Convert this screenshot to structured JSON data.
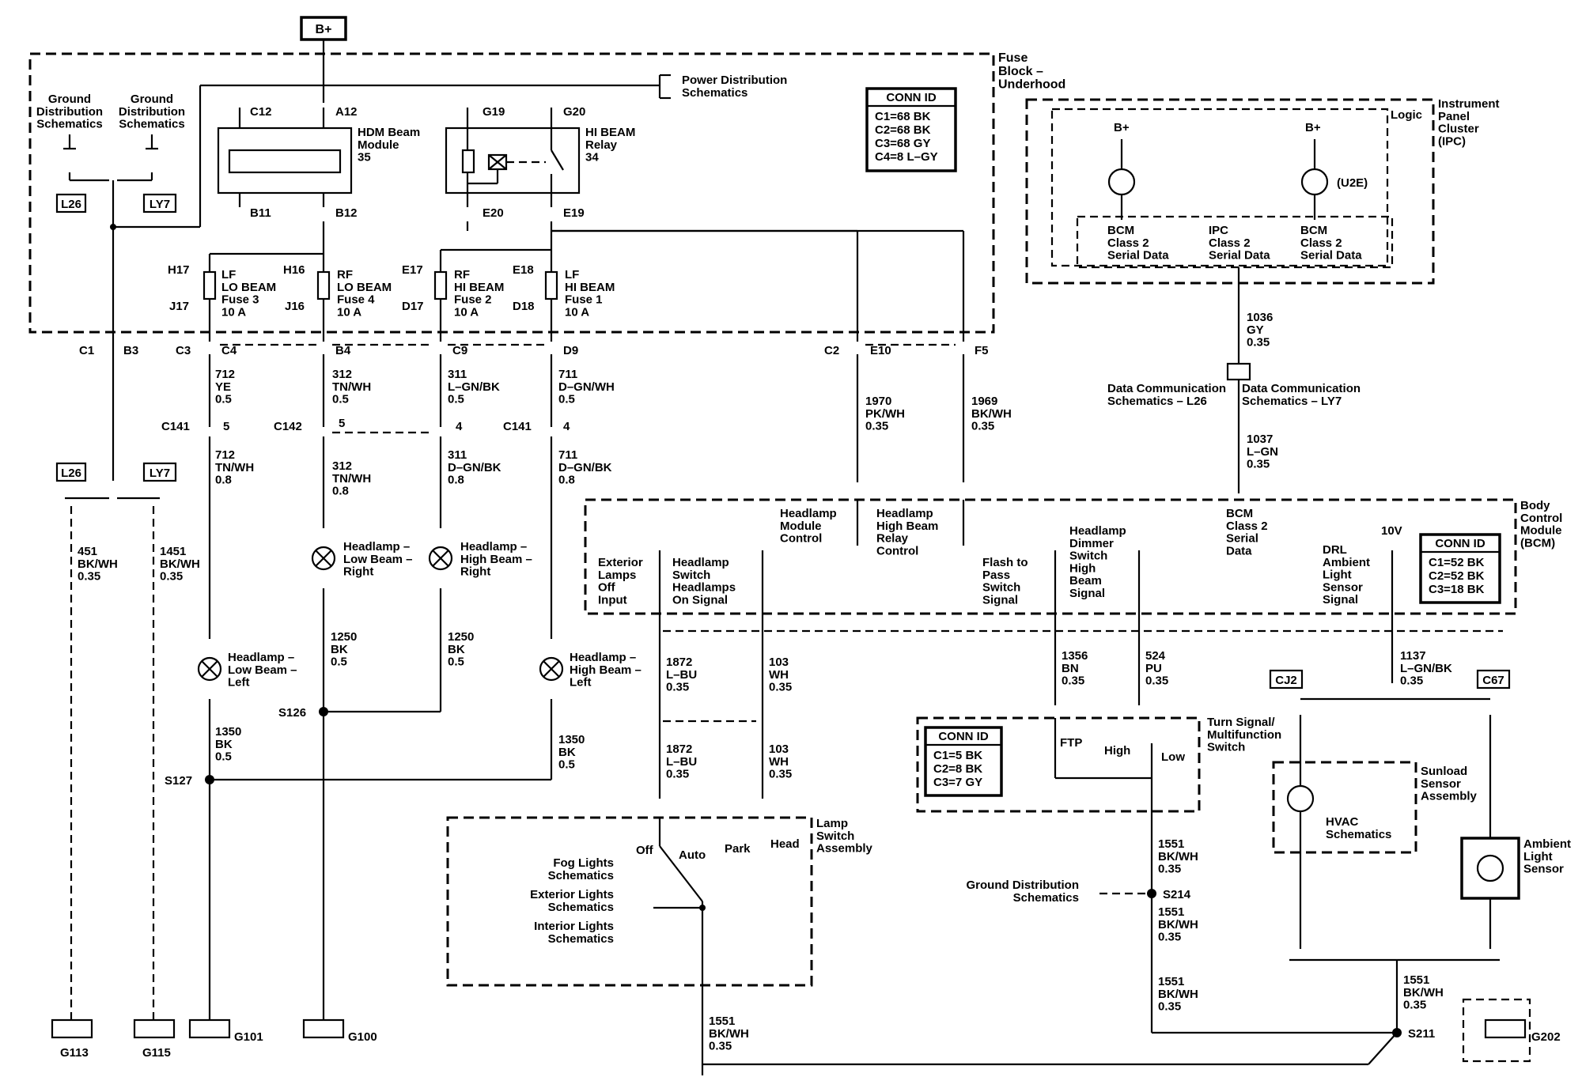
{
  "supply": "B+",
  "modules": {
    "fuse_block": "Fuse\nBlock –\nUnderhood",
    "ipc": "Instrument\nPanel\nCluster\n(IPC)",
    "bcm": "Body\nControl\nModule\n(BCM)",
    "lamp_switch": "Lamp\nSwitch\nAssembly",
    "turn_signal": "Turn Signal/\nMultifunction\nSwitch",
    "sunload": "Sunload\nSensor\nAssembly",
    "ambient_sensor": "Ambient\nLight\nSensor",
    "hdm": "HDM Beam\nModule\n35",
    "hi_beam_relay": "HI BEAM\nRelay\n34"
  },
  "references": {
    "power_dist": "Power Distribution\nSchematics",
    "ground_dist_1": "Ground\nDistribution\nSchematics",
    "ground_dist_2": "Ground\nDistribution\nSchematics",
    "ground_dist_3": "Ground Distribution\nSchematics",
    "data_comm_l26": "Data Communication\nSchematics – L26",
    "data_comm_ly7": "Data Communication\nSchematics – LY7",
    "hvac": "HVAC\nSchematics",
    "fog_lights": "Fog Lights\nSchematics",
    "exterior_lights": "Exterior Lights\nSchematics",
    "interior_lights": "Interior Lights\nSchematics"
  },
  "option_tags": [
    "L26",
    "LY7",
    "L26",
    "LY7",
    "CJ2",
    "C67"
  ],
  "conn_id_fuse": {
    "title": "CONN ID",
    "lines": [
      "C1=68 BK",
      "C2=68 BK",
      "C3=68 GY",
      "C4=8 L–GY"
    ]
  },
  "conn_id_bcm": {
    "title": "CONN ID",
    "lines": [
      "C1=52 BK",
      "C2=52 BK",
      "C3=18 BK"
    ]
  },
  "conn_id_ts": {
    "title": "CONN ID",
    "lines": [
      "C1=5 BK",
      "C2=8 BK",
      "C3=7 GY"
    ]
  },
  "fuses": [
    {
      "label": "LF\nLO BEAM\nFuse 3\n10 A",
      "top": "H17",
      "bottom": "J17"
    },
    {
      "label": "RF\nLO BEAM\nFuse 4\n10 A",
      "top": "H16",
      "bottom": "J16"
    },
    {
      "label": "RF\nHI BEAM\nFuse 2\n10 A",
      "top": "E17",
      "bottom": "D17"
    },
    {
      "label": "LF\nHI BEAM\nFuse 1\n10 A",
      "top": "E18",
      "bottom": "D18"
    }
  ],
  "pins_fuse_block": [
    "C12",
    "A12",
    "G19",
    "G20",
    "B11",
    "B12",
    "E20",
    "E19",
    "C1",
    "B3",
    "C3",
    "C4",
    "B4",
    "C9",
    "D9",
    "C2",
    "E10",
    "F5"
  ],
  "inline_connectors": [
    "C141",
    "5",
    "C142",
    "5",
    "4",
    "C141",
    "4"
  ],
  "wires": {
    "w712a": "712\nYE\n0.5",
    "w312a": "312\nTN/WH\n0.5",
    "w311a": "311\nL–GN/BK\n0.5",
    "w711a": "711\nD–GN/WH\n0.5",
    "w712b": "712\nTN/WH\n0.8",
    "w312b": "312\nTN/WH\n0.8",
    "w311b": "311\nD–GN/BK\n0.8",
    "w711b": "711\nD–GN/BK\n0.8",
    "w1970": "1970\nPK/WH\n0.35",
    "w1969": "1969\nBK/WH\n0.35",
    "w451": "451\nBK/WH\n0.35",
    "w1451": "1451\nBK/WH\n0.35",
    "w1250a": "1250\nBK\n0.5",
    "w1250b": "1250\nBK\n0.5",
    "w1350a": "1350\nBK\n0.5",
    "w1350b": "1350\nBK\n0.5",
    "w1036": "1036\nGY\n0.35",
    "w1037": "1037\nL–GN\n0.35",
    "w1872a": "1872\nL–BU\n0.35",
    "w103a": "103\nWH\n0.35",
    "w1872b": "1872\nL–BU\n0.35",
    "w103b": "103\nWH\n0.35",
    "w1356": "1356\nBN\n0.35",
    "w524": "524\nPU\n0.35",
    "w1137": "1137\nL–GN/BK\n0.35",
    "w1551a": "1551\nBK/WH\n0.35",
    "w1551b": "1551\nBK/WH\n0.35",
    "w1551c": "1551\nBK/WH\n0.35",
    "w1551d": "1551\nBK/WH\n0.35",
    "w1551e": "1551\nBK/WH\n0.35"
  },
  "lamps": {
    "lo_right": "Headlamp –\nLow Beam –\nRight",
    "hi_right": "Headlamp –\nHigh Beam –\nRight",
    "lo_left": "Headlamp –\nLow Beam –\nLeft",
    "hi_left": "Headlamp –\nHigh Beam –\nLeft"
  },
  "splices": [
    "S126",
    "S127",
    "S214",
    "S211"
  ],
  "grounds": [
    "G113",
    "G115",
    "G101",
    "G100",
    "G202"
  ],
  "ipc": {
    "logic": "Logic",
    "bplus_1": "B+",
    "bplus_2": "B+",
    "u2e": "(U2E)",
    "bcm_data_1": "BCM\nClass 2\nSerial Data",
    "ipc_data": "IPC\nClass 2\nSerial Data",
    "bcm_data_2": "BCM\nClass 2\nSerial Data"
  },
  "bcm": {
    "hm_control": "Headlamp\nModule\nControl",
    "hbr_control": "Headlamp\nHigh Beam\nRelay\nControl",
    "ext_off": "Exterior\nLamps\nOff\nInput",
    "hl_on": "Headlamp\nSwitch\nHeadlamps\nOn Signal",
    "flash": "Flash to\nPass\nSwitch\nSignal",
    "dimmer": "Headlamp\nDimmer\nSwitch\nHigh\nBeam\nSignal",
    "bcm_data": "BCM\nClass 2\nSerial\nData",
    "drl": "DRL\nAmbient\nLight\nSensor\nSignal",
    "v10": "10V"
  },
  "switch_positions": {
    "off": "Off",
    "auto": "Auto",
    "park": "Park",
    "head": "Head",
    "ftp": "FTP",
    "high": "High",
    "low": "Low"
  }
}
